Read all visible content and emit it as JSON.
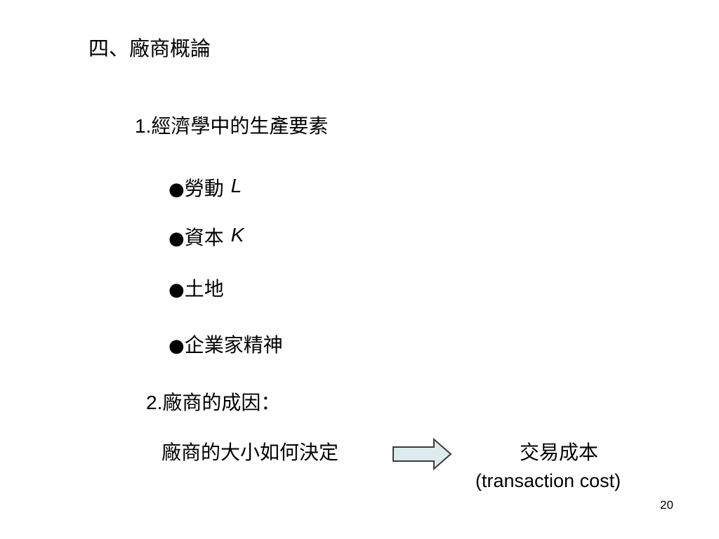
{
  "title": "四、廠商概論",
  "section1": {
    "number": "1.",
    "heading": "經濟學中的生產要素"
  },
  "bullet_marker": "●",
  "factors": [
    {
      "label": "勞動",
      "symbol": "L"
    },
    {
      "label": "資本",
      "symbol": "K"
    },
    {
      "label": "土地"
    },
    {
      "label": "企業家精神"
    }
  ],
  "section2": {
    "number": "2.",
    "heading": "廠商的成因："
  },
  "question": "廠商的大小如何決定",
  "arrow": {
    "icon": "right-arrow-icon",
    "fill": "#dcecec",
    "stroke": "#3c3c3c"
  },
  "answer": {
    "chinese": "交易成本",
    "english": "(transaction cost)"
  },
  "page_number": "20"
}
